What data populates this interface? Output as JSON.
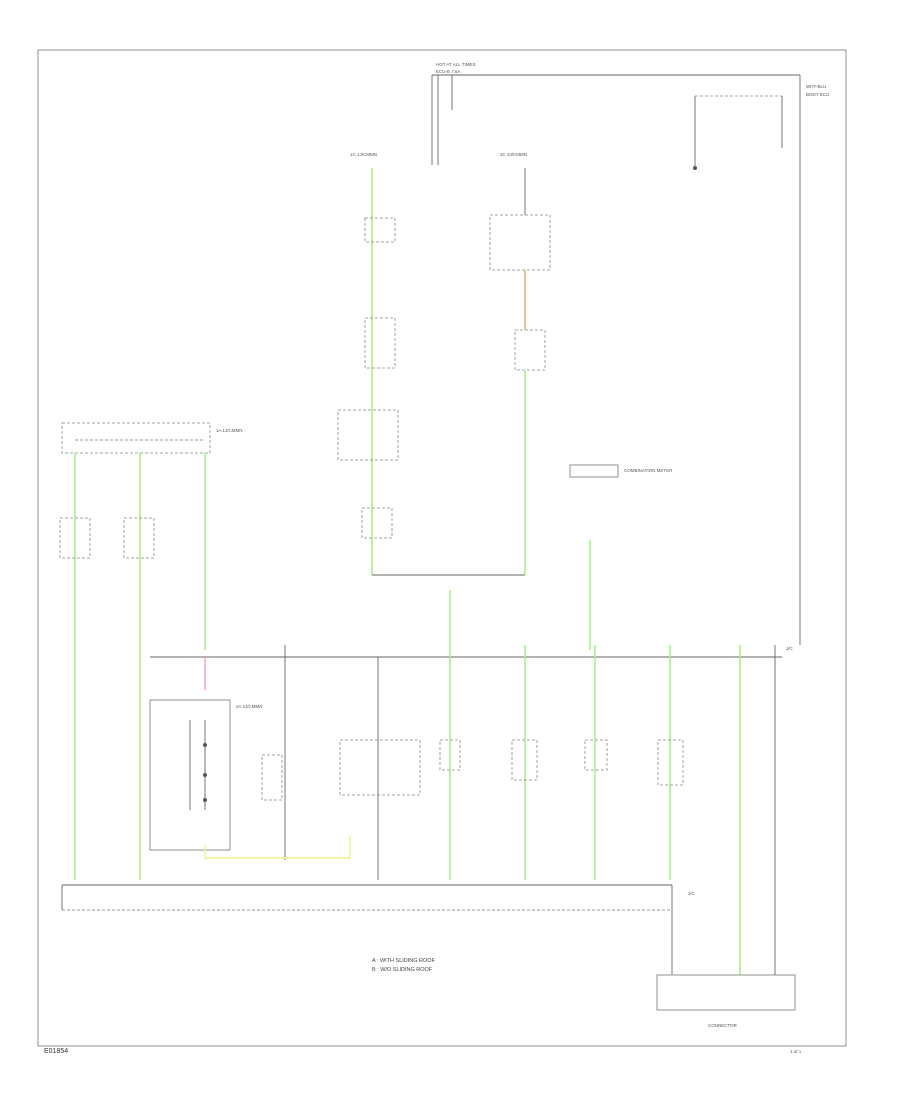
{
  "diagram": {
    "labels": {
      "top_fuse": "HOT AT ALL TIMES",
      "top_fuse_sub": "ECU-B 7.5A",
      "left_jb_1": "1A 1J/CMMN",
      "left_jb_2": "2A 2J/CMMN",
      "center_jb_1": "1C 1J/CMMN",
      "center_jb_2": "3C 3J/CMMN",
      "right_gnd": "WHT-BLU",
      "right_ecu": "BODY ECU",
      "combo_meter": "COMBINATION METER",
      "bus_right": "J/C",
      "bottom_right": "J/C",
      "connector": "CONNECTOR"
    },
    "legend": [
      "A : WITH SLIDING ROOF",
      "B : W/O SLIDING ROOF"
    ],
    "page_tag": "1 of 1",
    "footer_id": "E01854"
  }
}
